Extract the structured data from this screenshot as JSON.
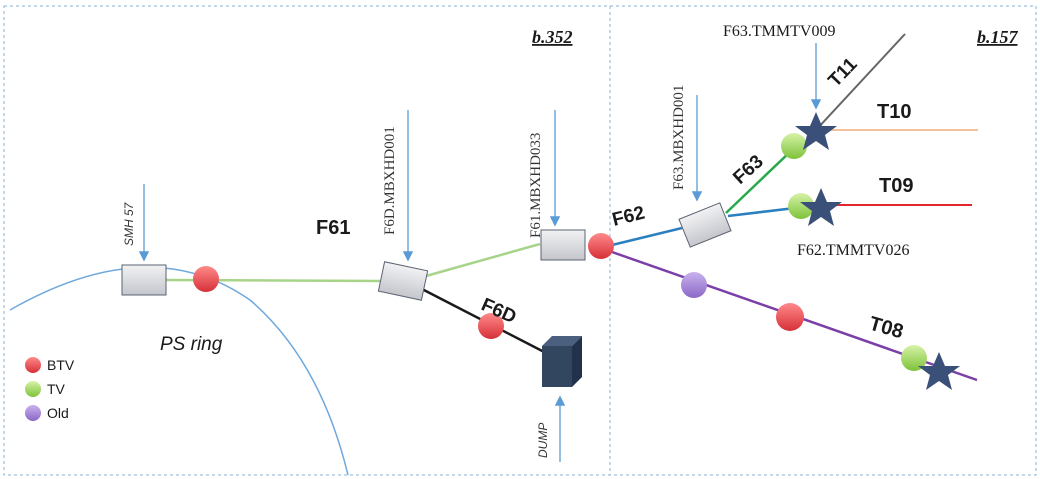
{
  "building_labels": {
    "left": "b.352",
    "right": "b.157"
  },
  "beamlines": {
    "f61": "F61",
    "f6d": "F6D",
    "f62": "F62",
    "f63": "F63",
    "t08": "T08",
    "t09": "T09",
    "t10": "T10",
    "t11": "T11"
  },
  "magnets": {
    "smh57": "SMH 57",
    "f6d_mbxhd001": "F6D.MBXHD001",
    "f61_mbxhd033": "F61.MBXHD033",
    "f63_mbxhd001": "F63.MBXHD001"
  },
  "tv_devices": {
    "f63_tmmtv009": "F63.TMMTV009",
    "f62_tmmtv026": "F62.TMMTV026"
  },
  "ring_label": "PS ring",
  "dump_label": "DUMP",
  "legend": [
    {
      "label": "BTV",
      "color": "#e8444a"
    },
    {
      "label": "TV",
      "color": "#8fd14f"
    },
    {
      "label": "Old",
      "color": "#9a78cf"
    }
  ],
  "colors": {
    "f61_line": "#a8d48a",
    "f6d_line": "#1a1a1a",
    "f62_line": "#2a7fc0",
    "f63_line": "#27a84a",
    "t08_line": "#7b3fa8",
    "t09_line": "#e3262b",
    "t10_line": "#f3c29a",
    "t11_line": "#666666",
    "arrow": "#5b9bd5",
    "dashed_border": "#8ab0d6",
    "star": "#3a5078"
  }
}
